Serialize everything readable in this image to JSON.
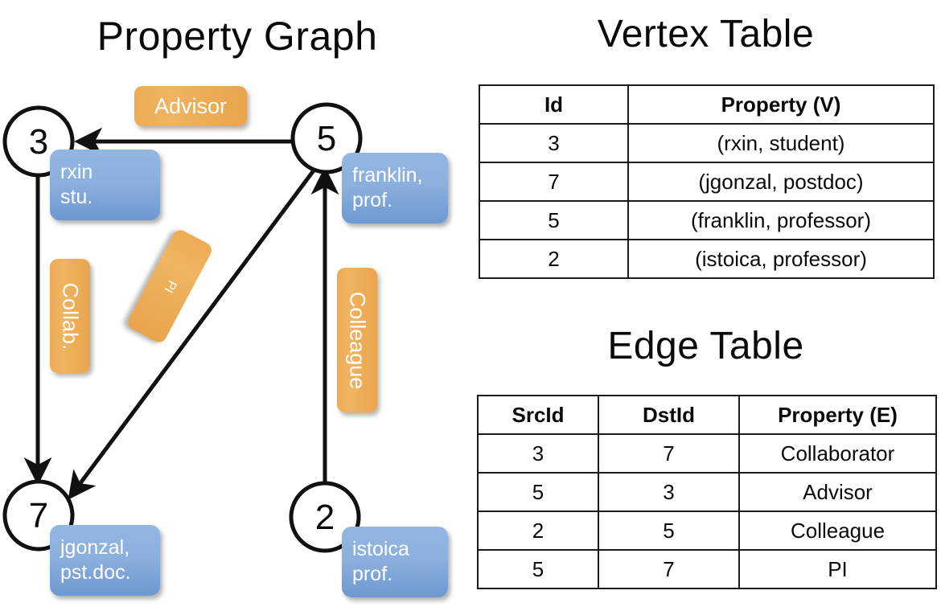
{
  "titles": {
    "property_graph": "Property Graph",
    "vertex_table": "Vertex Table",
    "edge_table": "Edge Table"
  },
  "colors": {
    "vertex_cell": "#d9e2f3",
    "edge_cell": "#f7e0c8",
    "node_box_blue": "#8cb0de",
    "edge_badge_orange": "#eeab55",
    "stroke": "#111111"
  },
  "graph": {
    "nodes": [
      {
        "id": "3",
        "property_lines": [
          "rxin",
          "stu."
        ]
      },
      {
        "id": "5",
        "property_lines": [
          "franklin,",
          "prof."
        ]
      },
      {
        "id": "7",
        "property_lines": [
          "jgonzal,",
          "pst.doc."
        ]
      },
      {
        "id": "2",
        "property_lines": [
          "istoica",
          "prof."
        ]
      }
    ],
    "edge_labels": [
      {
        "label": "Advisor",
        "orientation": "horizontal"
      },
      {
        "label": "Collab.",
        "orientation": "vertical"
      },
      {
        "label": "PI",
        "orientation": "diagonal"
      },
      {
        "label": "Colleague",
        "orientation": "vertical"
      }
    ]
  },
  "vertex_table": {
    "headers": [
      "Id",
      "Property (V)"
    ],
    "rows": [
      {
        "id": "3",
        "property": "(rxin, student)"
      },
      {
        "id": "7",
        "property": "(jgonzal, postdoc)"
      },
      {
        "id": "5",
        "property": "(franklin, professor)"
      },
      {
        "id": "2",
        "property": "(istoica, professor)"
      }
    ]
  },
  "edge_table": {
    "headers": [
      "SrcId",
      "DstId",
      "Property (E)"
    ],
    "rows": [
      {
        "src": "3",
        "dst": "7",
        "property": "Collaborator"
      },
      {
        "src": "5",
        "dst": "3",
        "property": "Advisor"
      },
      {
        "src": "2",
        "dst": "5",
        "property": "Colleague"
      },
      {
        "src": "5",
        "dst": "7",
        "property": "PI"
      }
    ]
  }
}
